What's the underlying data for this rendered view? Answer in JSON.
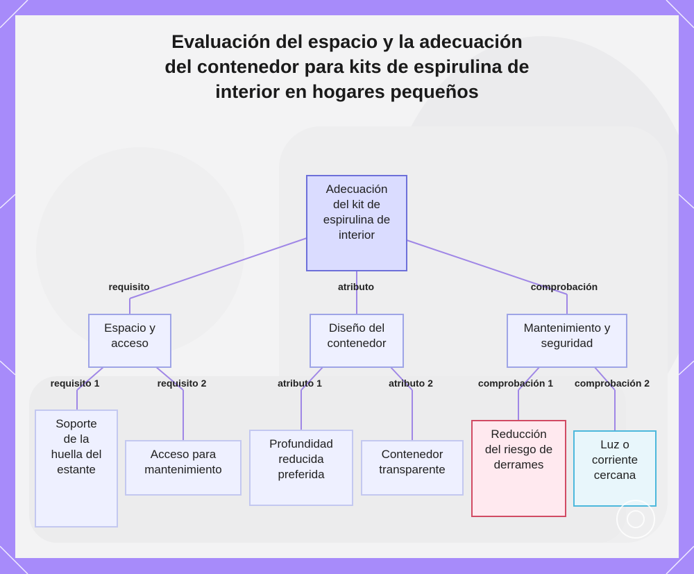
{
  "title": "Evaluación del espacio y la adecuación del contenedor para kits de espirulina de interior en hogares pequeños",
  "root": {
    "label": "Adecuación del kit de espirulina de interior"
  },
  "branches": [
    {
      "label": "Espacio y acceso",
      "edge_label": "requisito",
      "children": [
        {
          "label": "Soporte de la huella del estante",
          "edge_label": "requisito 1"
        },
        {
          "label": "Acceso para mantenimiento",
          "edge_label": "requisito 2"
        }
      ]
    },
    {
      "label": "Diseño del contenedor",
      "edge_label": "atributo",
      "children": [
        {
          "label": "Profundidad reducida preferida",
          "edge_label": "atributo 1"
        },
        {
          "label": "Contenedor transparente",
          "edge_label": "atributo 2"
        }
      ]
    },
    {
      "label": "Mantenimiento y seguridad",
      "edge_label": "comprobación",
      "children": [
        {
          "label": "Reducción del riesgo de derrames",
          "edge_label": "comprobación 1"
        },
        {
          "label": "Luz o corriente cercana",
          "edge_label": "comprobación 2"
        }
      ]
    }
  ],
  "colors": {
    "frame": "#a78bfa",
    "edge": "#9f86e6",
    "root_fill": "#dadcff",
    "risk_border": "#d14a63",
    "cyan_border": "#4cb8dc"
  }
}
